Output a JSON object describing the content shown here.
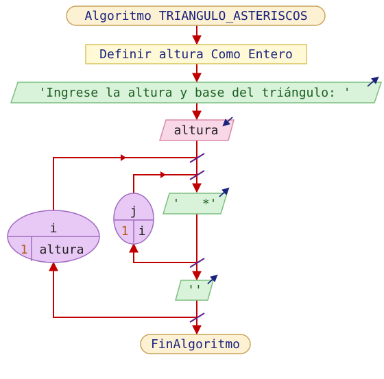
{
  "algorithm": {
    "start": "Algoritmo TRIANGULO_ASTERISCOS",
    "define": "Definir altura Como Entero",
    "prompt": "'Ingrese la altura y base del triángulo: '",
    "read_var": "altura",
    "end": "FinAlgoritmo"
  },
  "outer_loop": {
    "var": "i",
    "start": "1",
    "end": "altura"
  },
  "inner_loop": {
    "var": "j",
    "start": "1",
    "end": "i"
  },
  "inner_output": "'   *'",
  "outer_output": "''",
  "colors": {
    "line": "#c00000",
    "terminal_fill": "#fdf1d4",
    "process_fill": "#fff9d6",
    "output_fill": "#d9f2da",
    "input_fill": "#f8d8e6",
    "loop_fill": "#e8c8f5"
  },
  "icons": [
    "output-arrow-icon",
    "input-arrow-icon"
  ]
}
